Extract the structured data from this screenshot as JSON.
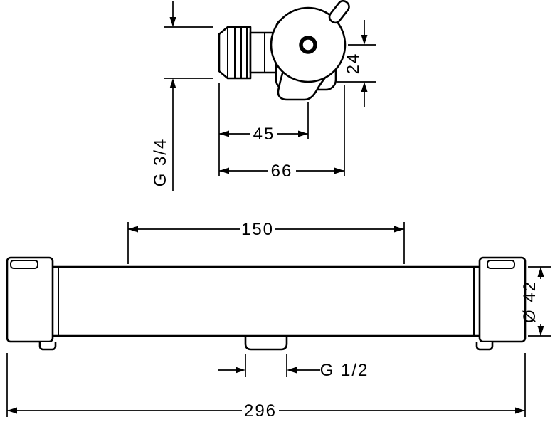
{
  "page": {
    "background": "#ffffff",
    "stroke_color": "#000000"
  },
  "drawing": {
    "views": {
      "valve_top": {
        "labels": {
          "thread_inlet": "G 3/4",
          "depth_to_axis": "45",
          "depth_overall": "66",
          "axis_offset": "24"
        }
      },
      "bar_front": {
        "labels": {
          "connection_spacing": "150",
          "bar_diameter": "Ø 42",
          "outlet_thread": "G 1/2",
          "overall_width": "296"
        }
      }
    }
  }
}
